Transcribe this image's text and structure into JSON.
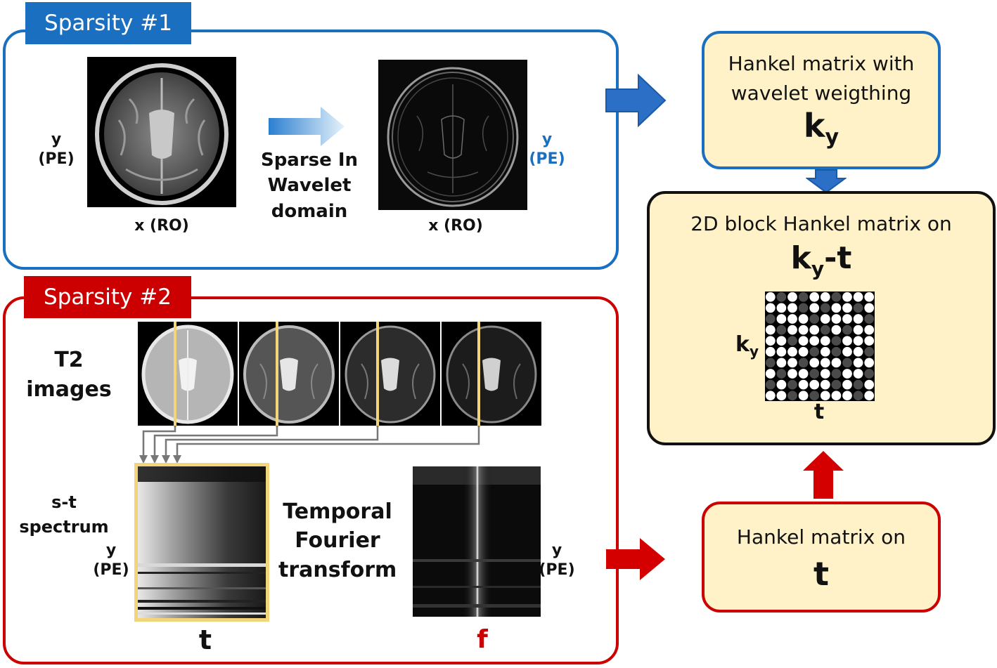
{
  "sparsity1": {
    "tab": "Sparsity #1",
    "axis_y": [
      "y",
      "(PE)"
    ],
    "axis_x": "x (RO)",
    "arrow_caption": [
      "Sparse In",
      "Wavelet",
      "domain"
    ],
    "axis_y2": [
      "y",
      "(PE)"
    ],
    "axis_x2": "x (RO)"
  },
  "sparsity2": {
    "tab": "Sparsity #2",
    "t2_label": [
      "T2",
      "images"
    ],
    "st_label": [
      "s-t",
      "spectrum"
    ],
    "st_axis_y": [
      "y",
      "(PE)"
    ],
    "st_axis_t": "t",
    "fourier_caption": [
      "Temporal",
      "Fourier",
      "transform"
    ],
    "f_axis_y": [
      "y",
      "(PE)"
    ],
    "f_axis_f": "f"
  },
  "box_ky": {
    "line1": "Hankel matrix with",
    "line2": "wavelet weigthing",
    "sym_main": "k",
    "sym_sub": "y"
  },
  "box_2d": {
    "title": "2D block Hankel matrix on",
    "sym_main": "k",
    "sym_sub": "y",
    "sym_tail": "-t",
    "grid_ylabel_main": "k",
    "grid_ylabel_sub": "y",
    "grid_xlabel": "t",
    "grid_pattern": [
      "1010110111",
      "1110101101",
      "0111011110",
      "1011101011",
      "1101110111",
      "1111010110",
      "0110111011",
      "1011010110",
      "0101110101",
      "1101011101"
    ]
  },
  "box_t": {
    "line1": "Hankel matrix on",
    "sym": "t"
  },
  "colors": {
    "blue": "#1a6fc1",
    "red": "#cc0000",
    "box_fill": "#fff2c8",
    "yellow": "#f2d47a"
  }
}
